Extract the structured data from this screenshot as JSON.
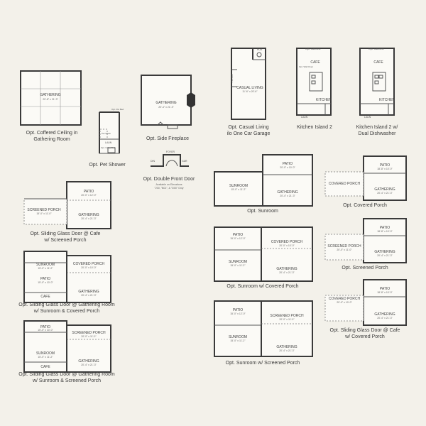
{
  "plans": {
    "coffered": {
      "caption_1": "Opt. Coffered Ceiling in",
      "caption_2": "Gathering Room",
      "room": "GATHERING",
      "dim": "20'-8\" x 21'-3\""
    },
    "pet_shower": {
      "caption": "Opt. Pet Shower",
      "laun": "LAUN",
      "pet_wash": "Pet Wash",
      "opt_pet_bed": "Opt. Pet Bed",
      "opt_utility_sink": "Opt. Utility Sink"
    },
    "side_fireplace": {
      "caption": "Opt. Side Fireplace",
      "room": "GATHERING",
      "dim": "20'-4\" x 21'-3\""
    },
    "double_front_door": {
      "caption": "Opt. Double Front Door",
      "note_1": "Available on Elevations",
      "note_2": "\"200, \"B01\", & \"D00\" Only",
      "din": "DIN",
      "foyer": "FOYER",
      "gar": "GAR"
    },
    "casual_living": {
      "caption_1": "Opt. Casual Living",
      "caption_2": "ilo One Car Garage",
      "room": "CASUAL LIVING",
      "dim": "11'-6\" x 20'-6\"",
      "pdr": "PDR",
      "foyer": "FOYER"
    },
    "kitchen_island_2": {
      "caption": "Kitchen Island 2",
      "cafe": "CAFE",
      "kitchen": "KITCHEN",
      "laun": "LAUN",
      "opt_cabinets": "Opt. Cabinets",
      "opt_wall_oven": "Opt. Wall Oven"
    },
    "kitchen_island_dd": {
      "caption_1": "Kitchen Island 2 w/",
      "caption_2": "Dual Dishwasher",
      "cafe": "CAFE",
      "kitchen": "KITCHEN",
      "laun": "LAUN",
      "opt_cabinets": "Opt. Cabinets"
    },
    "sunroom": {
      "caption": "Opt. Sunroom",
      "patio": "PATIO",
      "patio_dim": "20'-0\" x 10'-0\"",
      "sunroom": "SUNROOM",
      "sunroom_dim": "15'-0\" x 11'-2\"",
      "gathering": "GATHERING",
      "gathering_dim": "20'-4\" x 21'-3\""
    },
    "covered_porch": {
      "caption": "Opt. Covered Porch",
      "patio": "PATIO",
      "patio_dim": "18'-8\" x 10'-0\"",
      "covered": "COVERED PORCH",
      "gathering": "GATHERING",
      "gathering_dim": "20'-4\" x 21'-3\""
    },
    "sgd_cafe_screened": {
      "caption_1": "Opt. Sliding Glass Door @ Cafe",
      "caption_2": "w/ Screened Porch",
      "patio": "PATIO",
      "patio_dim": "20'-0\" x 12'-0\"",
      "screened": "SCREENED PORCH",
      "screened_dim": "15'-0\" x 11'-0\"",
      "gathering": "GATHERING",
      "gathering_dim": "20'-4\" x 21'-3\""
    },
    "sunroom_covered": {
      "caption": "Opt. Sunroom w/ Covered Porch",
      "patio": "PATIO",
      "patio_dim": "15'-0\" x 12'-0\"",
      "covered": "COVERED PORCH",
      "covered_dim": "20'-0\" x 10'-0\"",
      "sunroom": "SUNROOM",
      "sunroom_dim": "15'-0\" x 11'-2\"",
      "gathering": "GATHERING",
      "gathering_dim": "20'-4\" x 21'-3\""
    },
    "screened_porch": {
      "caption": "Opt. Screened Porch",
      "patio": "PATIO",
      "patio_dim": "18'-8\" x 10'-0\"",
      "screened": "SCREENED PORCH",
      "screened_dim": "20'-0\" x 11'-0\"",
      "gathering": "GATHERING",
      "gathering_dim": "20'-4\" x 21'-3\""
    },
    "sgd_gr_sun_covered": {
      "caption_1": "Opt. Sliding Glass Door @ Gathering Room",
      "caption_2": "w/ Sunroom & Covered Porch",
      "patio": "PATIO",
      "patio_dim": "15'-0\" x 10'-0\"",
      "covered": "COVERED PORCH",
      "covered_dim": "20'-0\" x 10'-0\"",
      "sunroom": "SUNROOM",
      "sunroom_dim": "15'-0\" x 11'-2\"",
      "cafe": "CAFE",
      "gathering": "GATHERING",
      "gathering_dim": "20'-4\" x 21'-3\""
    },
    "sunroom_screened": {
      "caption": "Opt. Sunroom w/ Screened Porch",
      "patio": "PATIO",
      "patio_dim": "15'-0\" x 12'-0\"",
      "screened": "SCREENED PORCH",
      "screened_dim": "20'-0\" x 11'-0\"",
      "sunroom": "SUNROOM",
      "sunroom_dim": "15'-0\" x 11'-2\"",
      "gathering": "GATHERING",
      "gathering_dim": "20'-4\" x 21'-3\""
    },
    "sgd_cafe_covered": {
      "caption_1": "Opt. Sliding Glass Door @ Cafe",
      "caption_2": "w/ Covered Porch",
      "patio": "PATIO",
      "patio_dim": "18'-8\" x 10'-0\"",
      "covered": "COVERED PORCH",
      "covered_dim": "20'-0\" x 10'-0\"",
      "gathering": "GATHERING",
      "gathering_dim": "20'-4\" x 21'-3\""
    },
    "sgd_gr_sun_screened": {
      "caption_1": "Opt. Sliding Glass Door @ Gathering Room",
      "caption_2": "w/ Sunroom & Screened Porch",
      "patio": "PATIO",
      "patio_dim": "15'-0\" x 10'-0\"",
      "screened": "SCREENED PORCH",
      "screened_dim": "20'-0\" x 11'-0\"",
      "sunroom": "SUNROOM",
      "sunroom_dim": "15'-0\" x 11'-2\"",
      "cafe": "CAFE",
      "gathering": "GATHERING",
      "gathering_dim": "20'-4\" x 21'-3\""
    }
  }
}
